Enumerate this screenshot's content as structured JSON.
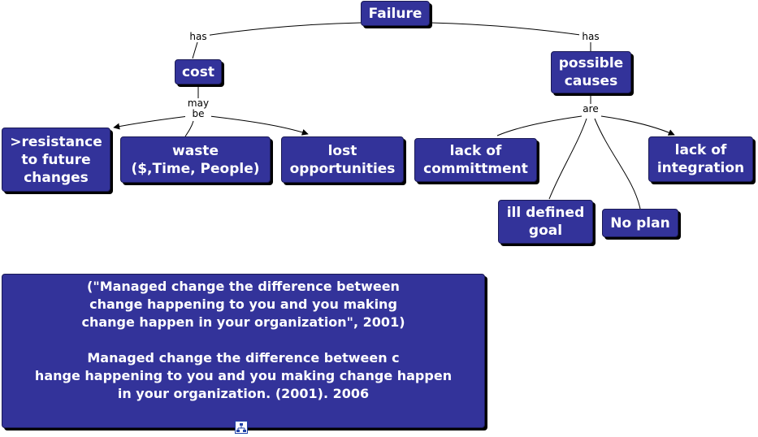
{
  "nodes": {
    "failure": "Failure",
    "cost": "cost",
    "possible_causes": "possible\ncauses",
    "resistance": ">resistance\nto future\nchanges",
    "waste": "waste\n($,Time, People)",
    "lost_opportunities": "lost\nopportunities",
    "lack_commitment": "lack of\ncommittment",
    "lack_integration": "lack of\nintegration",
    "ill_defined_goal": "ill defined\ngoal",
    "no_plan": "No plan"
  },
  "links": {
    "has_left": "has",
    "has_right": "has",
    "may_be": "may\nbe",
    "are": "are"
  },
  "citation": {
    "line1": "(\"Managed change the difference between",
    "line2": "change happening to you and you making",
    "line3": "change happen in your organization\", 2001)",
    "line4": "Managed change the difference between c",
    "line5": "hange happening to you and you making change happen",
    "line6": "in your organization. (2001). 2006"
  },
  "icons": {
    "resource": "resource-link-icon"
  },
  "colors": {
    "node_fill": "#33339a",
    "node_text": "#ffffff",
    "shadow": "#000000"
  }
}
